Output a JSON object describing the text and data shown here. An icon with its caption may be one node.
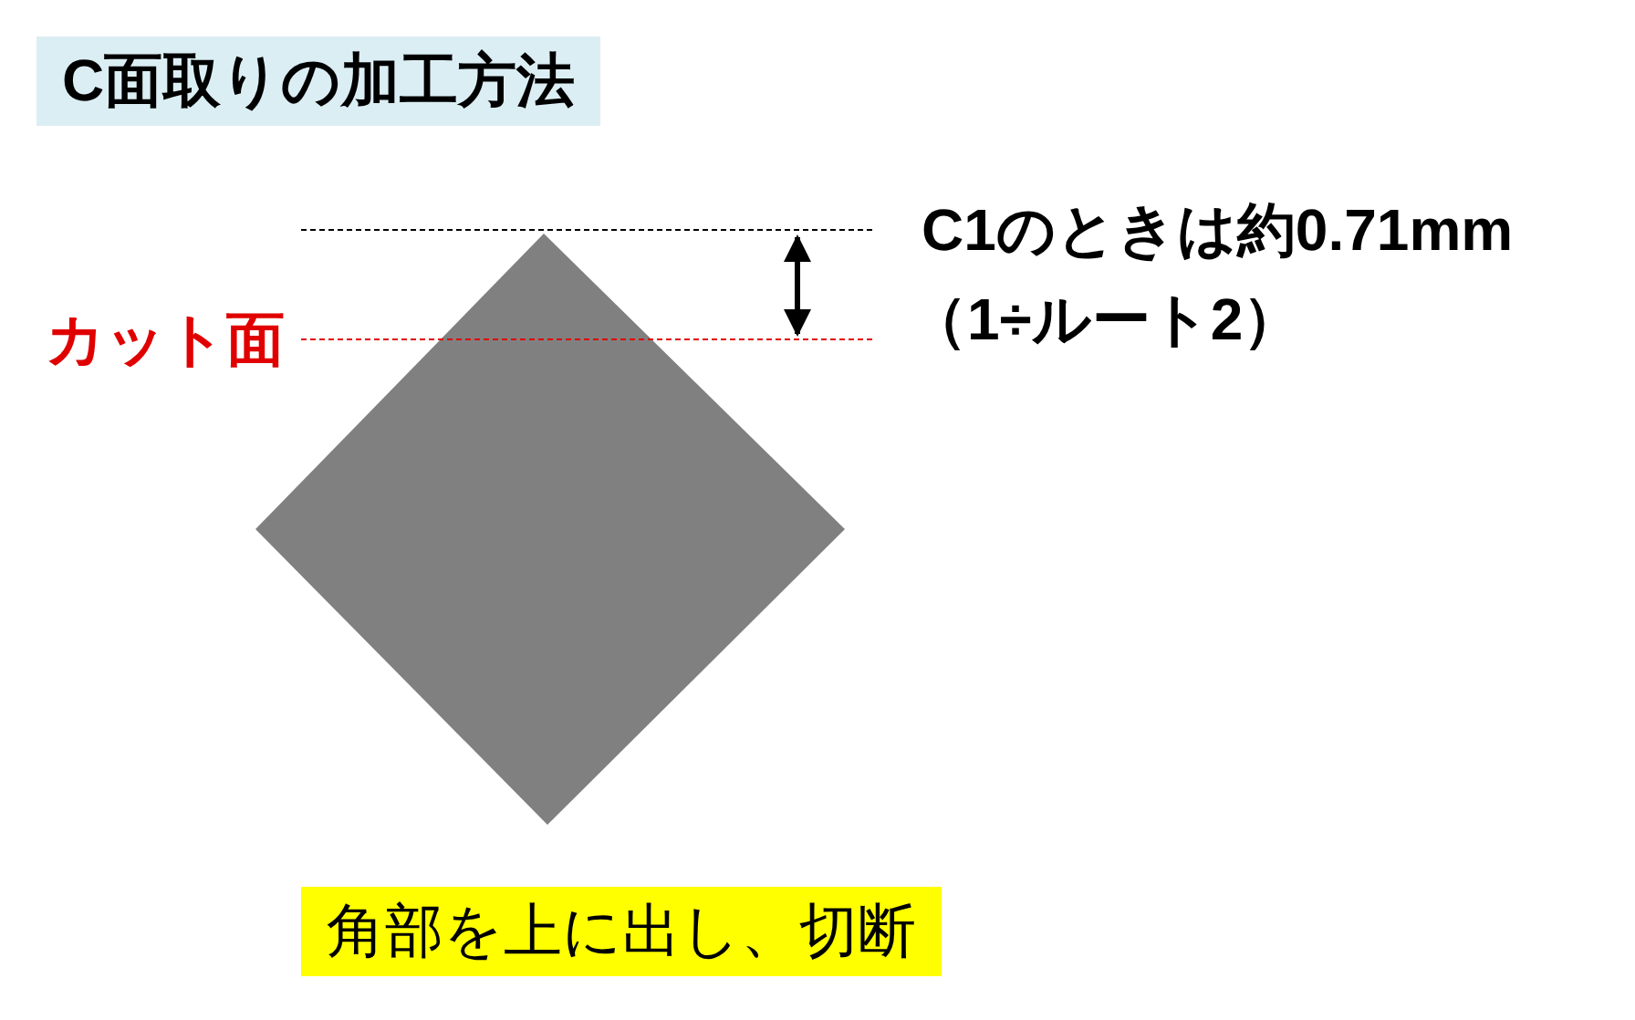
{
  "diagram": {
    "title": "C面取りの加工方法",
    "caption": "角部を上に出し、切断",
    "labels": [
      "C1のときは約0.71mm",
      "（1÷ルート2）",
      "カット面"
    ]
  }
}
